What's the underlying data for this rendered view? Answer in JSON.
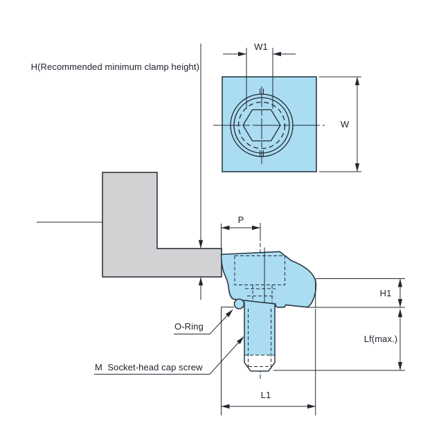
{
  "drawing": {
    "note": "H(Recommended minimum clamp height)",
    "dimensions": {
      "w1": "W1",
      "w": "W",
      "p": "P",
      "h1": "H1",
      "lf_max": "Lf(max.)",
      "l1": "L1"
    },
    "callouts": {
      "o_ring": "O-Ring",
      "cap_screw": "M  Socket-head cap screw"
    },
    "colors": {
      "part_fill": "#aadcf2",
      "part_outline": "#2b3945",
      "fixture_fill": "#d2d2d4",
      "line": "#222831",
      "text": "#1b2129",
      "background": "#ffffff"
    }
  }
}
